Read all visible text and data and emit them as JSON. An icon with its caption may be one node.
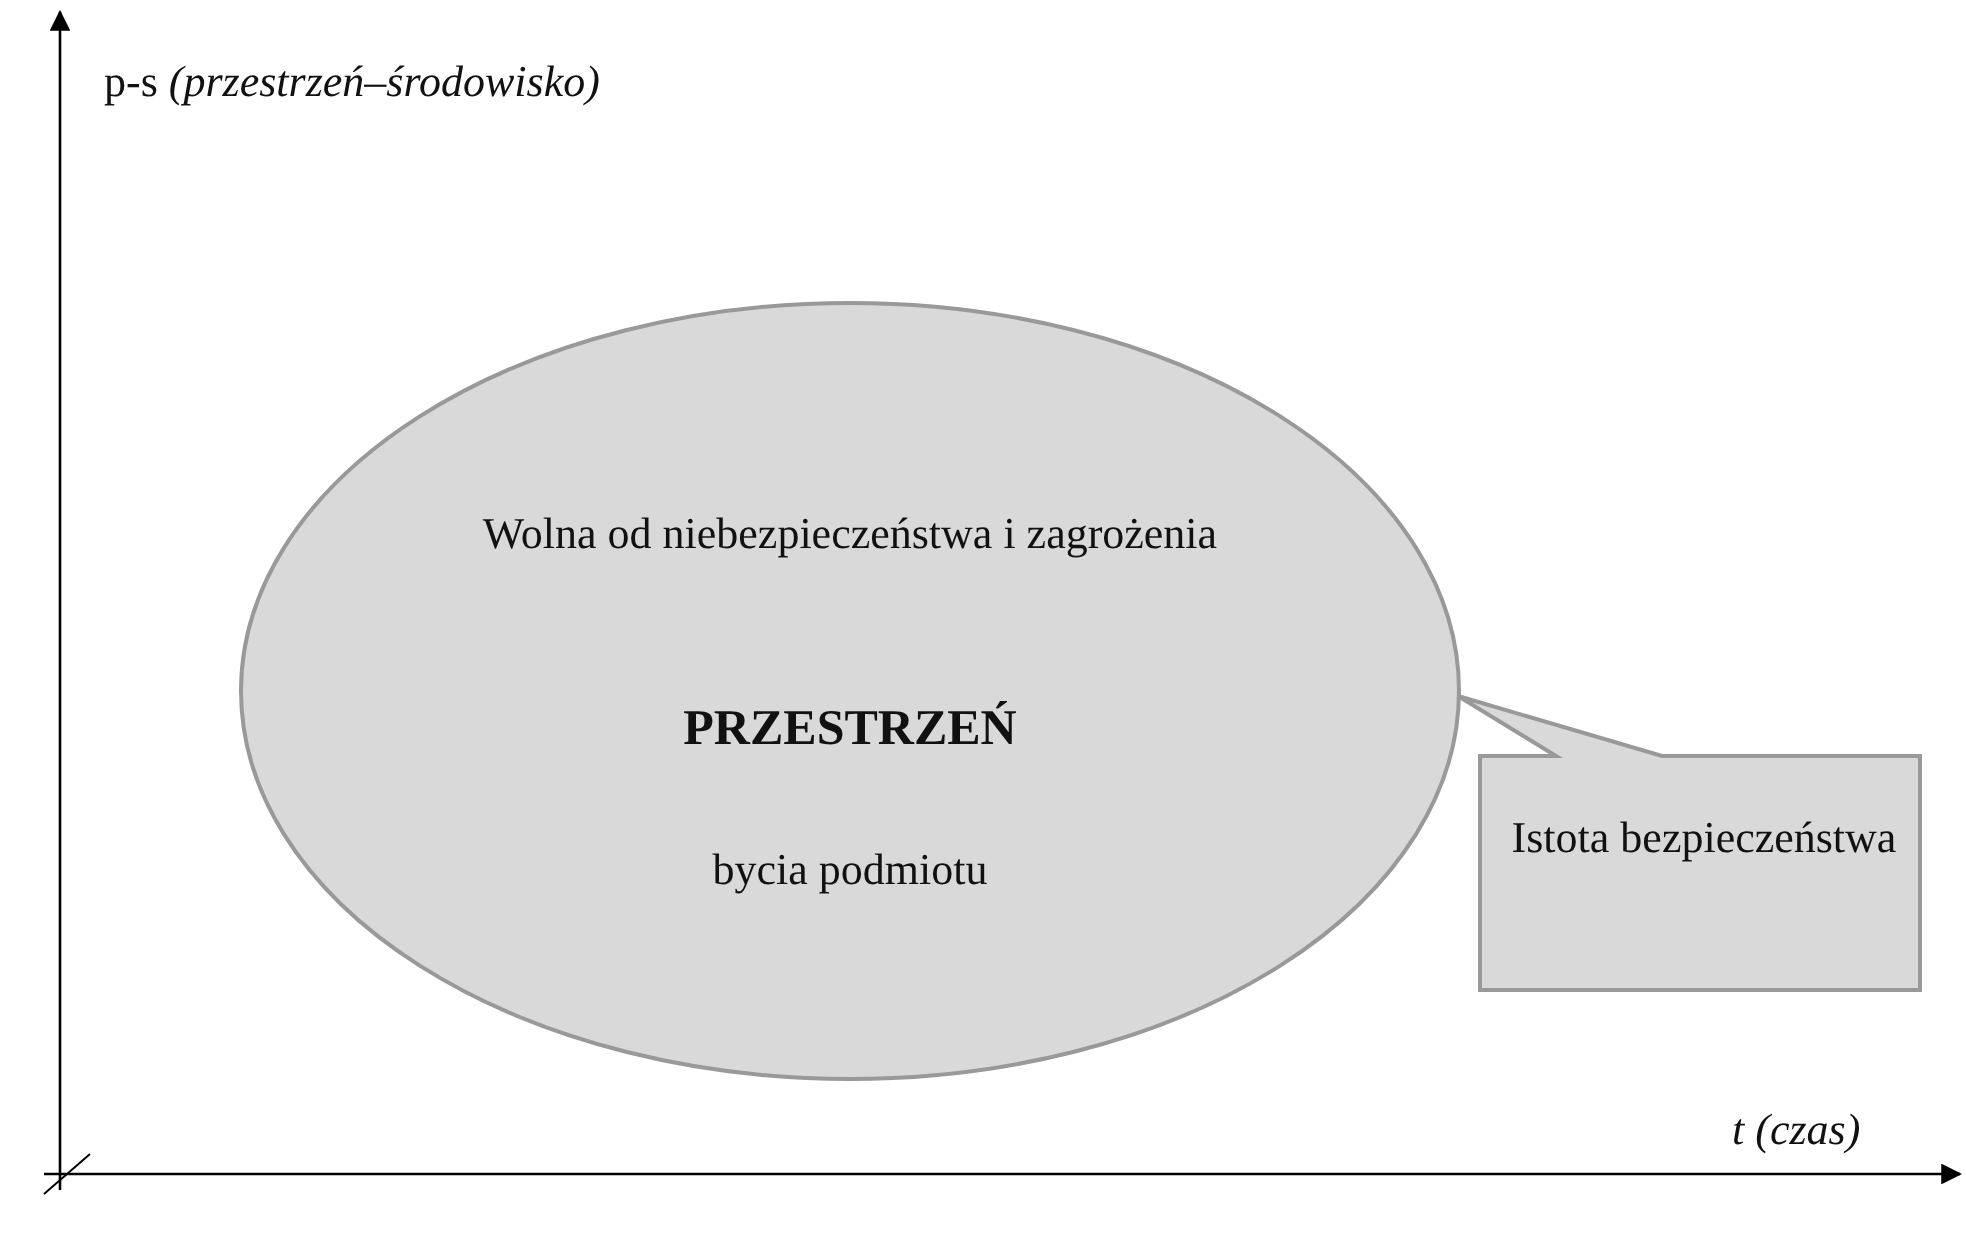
{
  "diagram": {
    "nodes": [
      {
        "text": [
          "Wolna od niebezpieczeństwa i zagrożenia",
          "PRZESTRZEŃ",
          "bycia podmiotu"
        ]
      },
      {
        "text": [
          "Istota bezpieczeństwa"
        ]
      }
    ],
    "labels": [
      "p-s *(przestrzeń–środowisko)*",
      "t (czas)"
    ]
  }
}
